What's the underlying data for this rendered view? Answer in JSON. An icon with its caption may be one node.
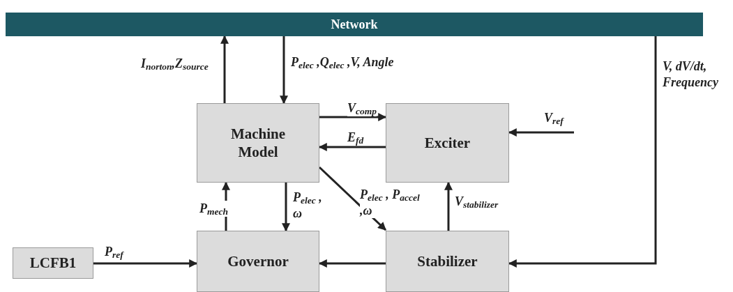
{
  "diagram": {
    "nodes": [
      {
        "text": [
          "Network"
        ]
      },
      {
        "text": [
          "Machine Model"
        ]
      },
      {
        "text": [
          "Exciter"
        ]
      },
      {
        "text": [
          "Governor"
        ]
      },
      {
        "text": [
          "Stabilizer"
        ]
      },
      {
        "text": [
          "LCFB1"
        ]
      }
    ],
    "edges": [
      {
        "from": 1,
        "to": 0,
        "arrow": "to",
        "label": "I$_{norton}$,Z$_{source}$"
      },
      {
        "from": 0,
        "to": 1,
        "arrow": "to",
        "label": "P$_{elec}$ ,Q$_{elec}$ ,V, Angle"
      },
      {
        "from": 1,
        "to": 2,
        "arrow": "to",
        "label": "V$_{comp}$"
      },
      {
        "from": 2,
        "to": 1,
        "arrow": "to",
        "label": "E$_{fd}$"
      },
      {
        "from": null,
        "to": 2,
        "arrow": "to",
        "label": "V$_{ref}$"
      },
      {
        "from": 1,
        "to": 3,
        "arrow": "to",
        "label": "P$_{elec}$ , ω"
      },
      {
        "from": 3,
        "to": 1,
        "arrow": "to",
        "label": "P$_{mech}$"
      },
      {
        "from": 1,
        "to": 4,
        "arrow": "to",
        "label": "P$_{elec}$ , P$_{accel}$ ,ω"
      },
      {
        "from": 4,
        "to": 2,
        "arrow": "to",
        "label": "V$_{stabilizer}$"
      },
      {
        "from": 4,
        "to": 3,
        "arrow": "to"
      },
      {
        "from": 0,
        "to": 4,
        "arrow": "to",
        "label": "V, dV/dt, Frequency"
      },
      {
        "from": 5,
        "to": 3,
        "arrow": "to",
        "label": "P$_{ref}$"
      }
    ]
  }
}
